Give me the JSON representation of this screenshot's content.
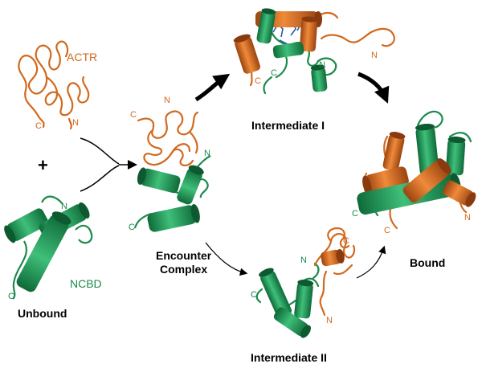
{
  "labels": {
    "actr": "ACTR",
    "ncbd": "NCBD",
    "unbound": "Unbound",
    "encounter_line1": "Encounter",
    "encounter_line2": "Complex",
    "intermediate1": "Intermediate I",
    "intermediate2": "Intermediate II",
    "bound": "Bound",
    "plus": "+"
  },
  "termini": {
    "n": "N",
    "c": "C"
  },
  "colors": {
    "actr": "#d2691e",
    "ncbd": "#1b8a4c",
    "ncbd_dark": "#0e5a30",
    "actr_dark": "#8a3a0e",
    "sidechains": "#2a5aa8",
    "arrow": "#000000"
  }
}
